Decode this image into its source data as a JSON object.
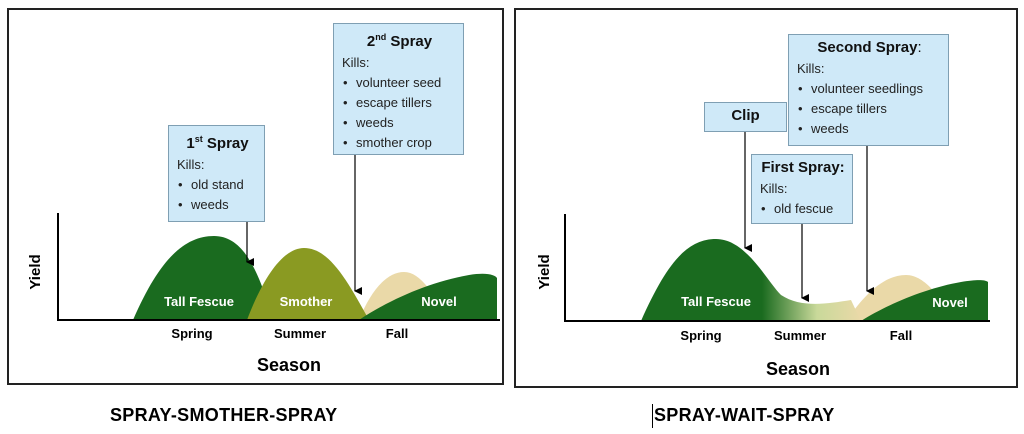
{
  "left_panel": {
    "crops": [
      {
        "label": "Tall Fescue",
        "color": "#1a6b1f"
      },
      {
        "label": "Smother",
        "color": "#8a9a22"
      },
      {
        "label": "Novel",
        "color": "#1a6b1f"
      }
    ],
    "fall_bump_color": "#ead9a8",
    "x_ticks": [
      "Spring",
      "Summer",
      "Fall"
    ],
    "xlabel": "Season",
    "ylabel": "Yield",
    "spray1": {
      "title": "1",
      "title_sup": "st",
      "title_rest": " Spray",
      "kills_label": "Kills:",
      "items": [
        "old stand",
        "weeds"
      ]
    },
    "spray2": {
      "title": "2",
      "title_sup": "nd",
      "title_rest": " Spray",
      "kills_label": "Kills:",
      "items": [
        "volunteer seed",
        "escape tillers",
        "weeds",
        "smother crop"
      ]
    }
  },
  "right_panel": {
    "crops": [
      {
        "label": "Tall Fescue",
        "color": "#1a6b1f"
      },
      {
        "label": "Novel",
        "color": "#1a6b1f"
      }
    ],
    "fall_bump_color": "#ead9a8",
    "x_ticks": [
      "Spring",
      "Summer",
      "Fall"
    ],
    "xlabel": "Season",
    "ylabel": "Yield",
    "clip_label": "Clip",
    "first_spray": {
      "title": "First Spray:",
      "kills_label": "Kills:",
      "items": [
        "old fescue"
      ]
    },
    "second_spray": {
      "title": "Second Spray",
      "title_colon": ":",
      "kills_label": "Kills:",
      "items": [
        "volunteer seedlings",
        "escape tillers",
        "weeds"
      ]
    }
  },
  "captions": {
    "left": "SPRAY-SMOTHER-SPRAY",
    "right": "SPRAY-WAIT-SPRAY"
  },
  "callout_color": "#cfe9f8"
}
